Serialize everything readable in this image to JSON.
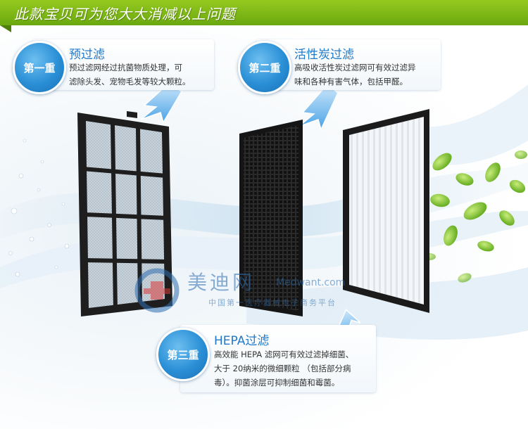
{
  "header": {
    "title": "此款宝贝可为您大大消减以上问题"
  },
  "filters": [
    {
      "badge": "第一重",
      "title": "预过滤",
      "lines": [
        "预过滤网经过抗菌物质处理，可",
        "滤除头发、宠物毛发等较大颗粒。"
      ]
    },
    {
      "badge": "第二重",
      "title": "活性炭过滤",
      "lines": [
        "高吸收活性炭过滤网可有效过滤异",
        "味和各种有害气体，包括甲醛。"
      ]
    },
    {
      "badge": "第三重",
      "title": "HEPA过滤",
      "lines": [
        "高效能 HEPA 滤网可有效过滤掉细菌、",
        "大于 20纳米的微细颗粒 （包括部分病",
        "毒）。抑菌涂层可抑制细菌和霉菌。"
      ]
    }
  ],
  "watermark": {
    "name_cn": "美迪网",
    "name_en": "Medwant.com",
    "subtitle": "中国第一医疗器械电子商务平台"
  },
  "colors": {
    "accent": "#1f78c8",
    "header": "#7cb518",
    "badge": "#2a8fd6"
  }
}
